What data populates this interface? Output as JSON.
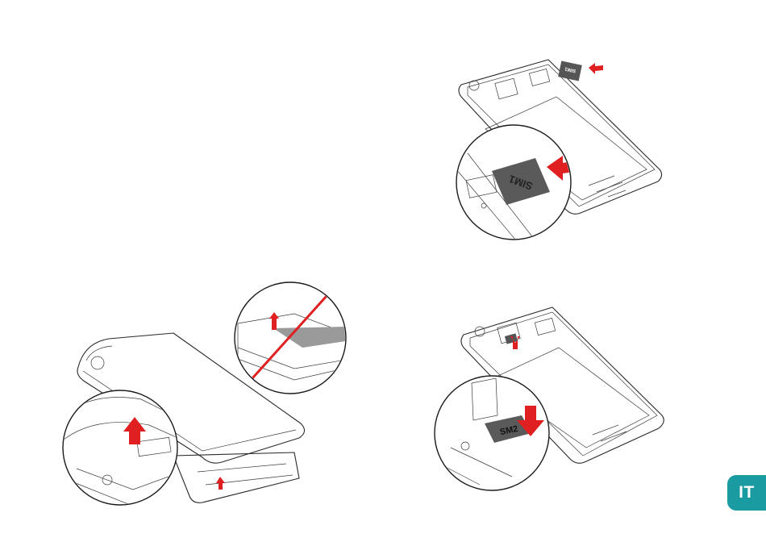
{
  "badge": {
    "label": "IT",
    "color": "#1a9aa1"
  },
  "step_insert_sim1": {
    "card_label_large": "SIM1",
    "card_label_small": "SIM1"
  },
  "step_insert_sim2": {
    "card_label": "SM2"
  },
  "colors": {
    "arrow": "#e02020",
    "sim_card": "#555555",
    "outline": "#2a2a2a"
  }
}
